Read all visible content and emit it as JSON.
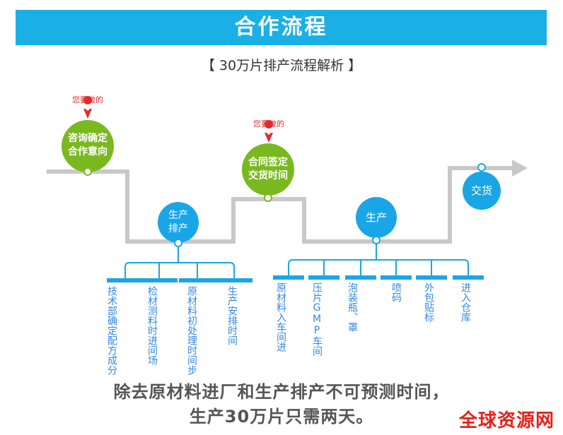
{
  "header": {
    "title": "合作流程",
    "subtitle": "【 30万片排产流程解析 】"
  },
  "colors": {
    "banner": "#1ab0e6",
    "green": "#7ab820",
    "blue": "#1aa6e6",
    "path": "#c8c8c8",
    "pin": "#e02c2c",
    "label": "#3388e0"
  },
  "pin_text": "您要做的",
  "nodes": {
    "consult": "咨询确定合作意向",
    "schedule": "生产排产",
    "contract": "合同签定交货时间",
    "production": "生产",
    "delivery": "交货"
  },
  "schedule_steps": [
    "技术部确定配方成分",
    "检材测料时进间场",
    "原材料初处理时间步",
    "生产安排时间"
  ],
  "production_steps": [
    "原材料入车间进",
    "压片GMP车间",
    "泡装瓶、罩",
    "喷码",
    "外包贴标",
    "进入仓库"
  ],
  "footer": {
    "line1": "除去原材料进厂和生产排产不可预测时间，",
    "line2": "生产30万片只需两天。"
  },
  "watermark": "全球资源网"
}
